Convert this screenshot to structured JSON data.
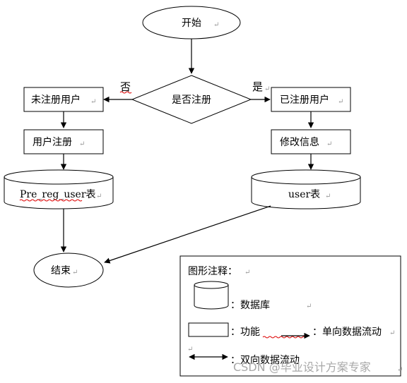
{
  "nodes": {
    "start": "开始",
    "decision": "是否注册",
    "unregistered": "未注册用户",
    "registered": "已注册用户",
    "register": "用户注册",
    "modify": "修改信息",
    "pre_reg_db": "Pre_reg_user表",
    "user_db": "user表",
    "end": "结束"
  },
  "edge_labels": {
    "no": "否",
    "yes": "是"
  },
  "legend": {
    "title": "图形注释：",
    "database": "：数据库",
    "function": "：功能",
    "one_way": "：单向数据流动",
    "two_way": "：双向数据流动"
  },
  "watermark": "CSDN @毕业设计方案专家",
  "paragraph_mark": "↵"
}
